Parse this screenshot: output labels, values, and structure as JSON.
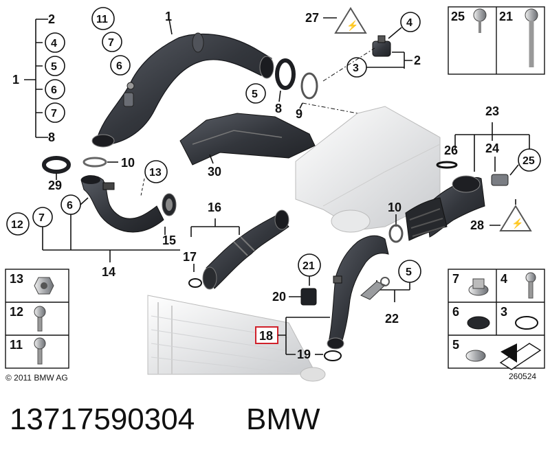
{
  "footer": {
    "part_number": "13717590304",
    "brand": "BMW"
  },
  "copyright": "© 2011 BMW AG",
  "drawing_number": "260524",
  "labels": {
    "l2a": "2",
    "l4a": "4",
    "l5a": "5",
    "l6a": "6",
    "l7a": "7",
    "l8a": "8",
    "l1a": "1",
    "l11": "11",
    "l7b": "7",
    "l6b": "6",
    "l1b": "1",
    "l5b": "5",
    "l8b": "8",
    "l9": "9",
    "l27": "27",
    "l4b": "4",
    "l3a": "3",
    "l2b": "2",
    "l10a": "10",
    "l29": "29",
    "l13a": "13",
    "l6c": "6",
    "l7c": "7",
    "l12a": "12",
    "l15": "15",
    "l14": "14",
    "l30": "30",
    "l16": "16",
    "l17": "17",
    "l23": "23",
    "l26": "26",
    "l24": "24",
    "l25a": "25",
    "l28": "28",
    "l10b": "10",
    "l5c": "5",
    "l21a": "21",
    "l20": "20",
    "l22": "22",
    "l18": "18",
    "l19": "19"
  },
  "legend_top_right": {
    "left_label": "25",
    "right_label": "21"
  },
  "legend_left": {
    "rows": [
      "13",
      "12",
      "11"
    ]
  },
  "legend_right": {
    "cells": [
      "7",
      "4",
      "6",
      "3",
      "5"
    ]
  },
  "colors": {
    "part_dark": "#2f3136",
    "part_mid": "#4a4d54",
    "part_light": "#e6e7e9",
    "highlight": "#d0202a"
  }
}
